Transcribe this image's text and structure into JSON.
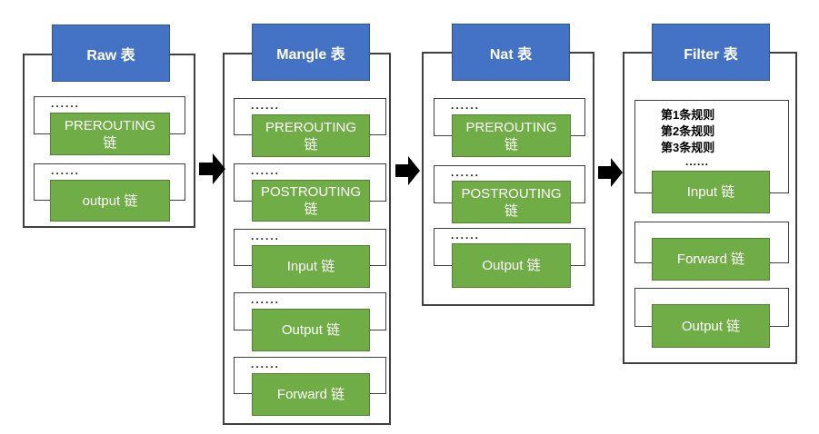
{
  "diagram": "iptables-tables-and-chains",
  "dots": "......",
  "colors": {
    "header_bg": "#4472C4",
    "header_border": "#2E5395",
    "chain_bg": "#70AD47",
    "chain_border": "#548235",
    "box_border": "#404040",
    "arrow": "#000000",
    "background": "#FFFFFF",
    "chain_text": "#FFFFFF",
    "header_text": "#FFFFFF",
    "rules_text": "#000000"
  },
  "tables": [
    {
      "name": "Raw 表",
      "chains": [
        {
          "dots": "......",
          "label": "PREROUTING 链"
        },
        {
          "dots": "......",
          "label": "output 链"
        }
      ]
    },
    {
      "name": "Mangle 表",
      "chains": [
        {
          "dots": "......",
          "label": "PREROUTING 链"
        },
        {
          "dots": "......",
          "label": "POSTROUTING 链"
        },
        {
          "dots": "......",
          "label": "Input 链"
        },
        {
          "dots": "......",
          "label": "Output 链"
        },
        {
          "dots": "......",
          "label": "Forward 链"
        }
      ]
    },
    {
      "name": "Nat 表",
      "chains": [
        {
          "dots": "......",
          "label": "PREROUTING 链"
        },
        {
          "dots": "......",
          "label": "POSTROUTING 链"
        },
        {
          "dots": "......",
          "label": "Output 链"
        }
      ]
    },
    {
      "name": "Filter 表",
      "rules": [
        "第1条规则",
        "第2条规则",
        "第3条规则",
        "......"
      ],
      "chains": [
        {
          "label": "Input 链"
        },
        {
          "label": "Forward 链"
        },
        {
          "label": "Output 链"
        }
      ]
    }
  ],
  "arrows": [
    {
      "name": "raw-to-mangle"
    },
    {
      "name": "mangle-to-nat"
    },
    {
      "name": "nat-to-filter"
    }
  ]
}
